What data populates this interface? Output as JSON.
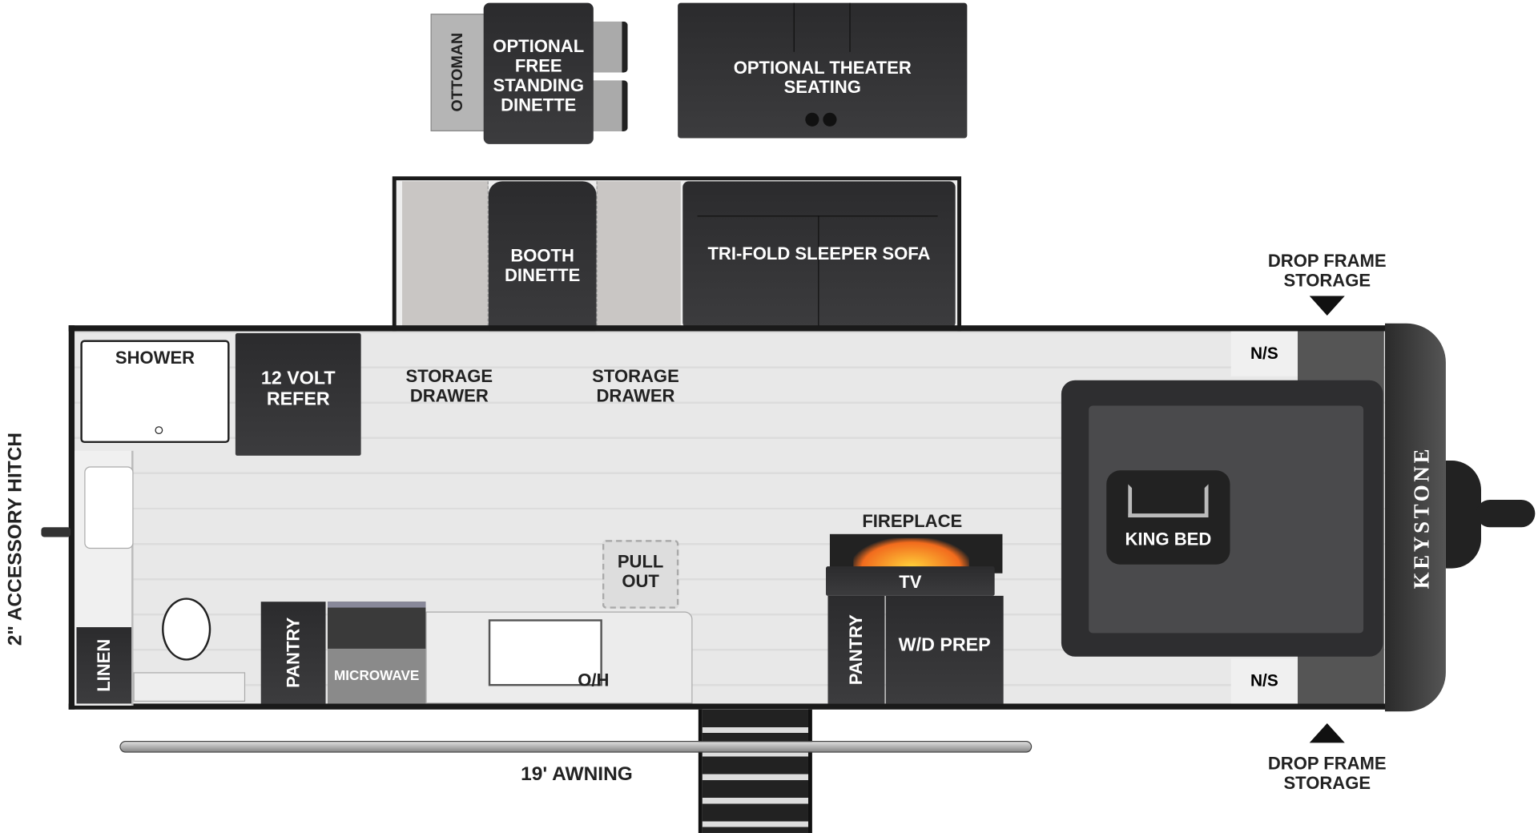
{
  "labels": {
    "ottoman": "OTTOMAN",
    "optional_dinette": "OPTIONAL FREE STANDING DINETTE",
    "theater": "OPTIONAL THEATER SEATING",
    "booth": "BOOTH DINETTE",
    "sofa": "TRI-FOLD SLEEPER SOFA",
    "drop_frame_top": "DROP FRAME STORAGE",
    "drop_frame_bottom": "DROP FRAME STORAGE",
    "shower": "SHOWER",
    "refer": "12 VOLT REFER",
    "storage1": "STORAGE DRAWER",
    "storage2": "STORAGE DRAWER",
    "ns_top": "N/S",
    "ns_bottom": "N/S",
    "king_bed": "KING BED",
    "brand": "KEYSTONE",
    "fireplace": "FIREPLACE",
    "tv": "TV",
    "pull_out": "PULL OUT",
    "pantry1": "PANTRY",
    "pantry2": "PANTRY",
    "wd": "W/D PREP",
    "microwave": "MICROWAVE",
    "oh": "O/H",
    "linen": "LINEN",
    "hitch": "2\" ACCESSORY HITCH",
    "awning": "19' AWNING"
  },
  "colors": {
    "furniture": "#2f2f31",
    "floor": "#e4e4e4",
    "wall": "#1a1a1a",
    "flame": "#f26b1d"
  }
}
